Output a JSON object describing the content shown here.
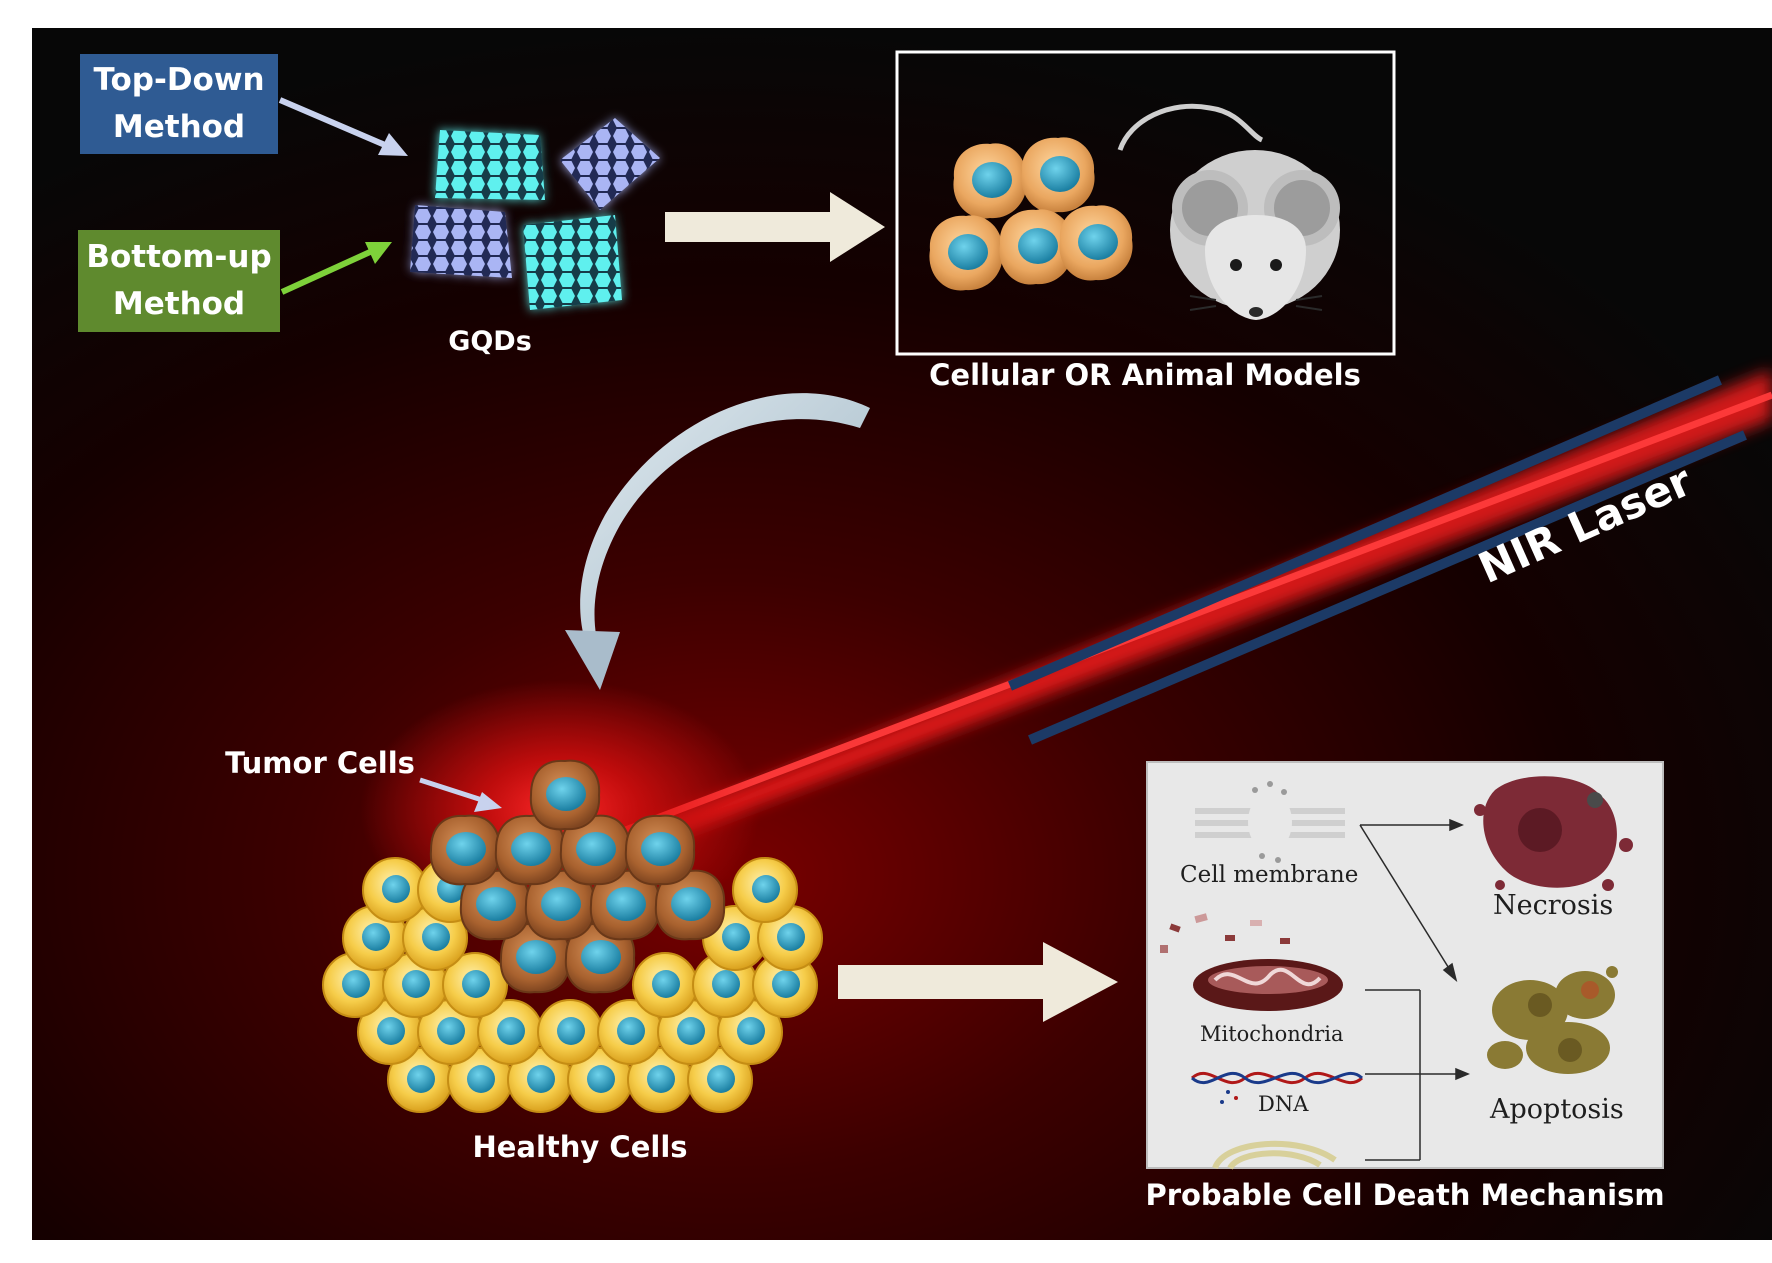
{
  "method_boxes": {
    "top_down": [
      "Top-Down",
      "Method"
    ],
    "bottom_up": [
      "Bottom-up",
      "Method"
    ]
  },
  "labels": {
    "gqds": "GQDs",
    "models": "Cellular OR Animal Models",
    "laser": "NIR Laser",
    "tumor": "Tumor Cells",
    "healthy": "Healthy Cells",
    "mechanism": "Probable Cell Death Mechanism"
  },
  "mechanism_panel": {
    "cell_membrane": "Cell membrane",
    "mitochondria": "Mitochondria",
    "dna": "DNA",
    "necrosis": "Necrosis",
    "apoptosis": "Apoptosis"
  },
  "colors": {
    "background": "#070707",
    "top_down_box": "#2f5b93",
    "bottom_up_box": "#5f8a2e",
    "laser_red": "#e0141c",
    "laser_rails": "#1c3a66",
    "gqd_cyan": "#5ff0ee",
    "gqd_lavender": "#a9b4f2",
    "healthy_cell": "#f3c33d",
    "tumor_cell": "#a8612e",
    "nucleus": "#2a9dbc",
    "panel_bg": "#e8e8e8"
  }
}
